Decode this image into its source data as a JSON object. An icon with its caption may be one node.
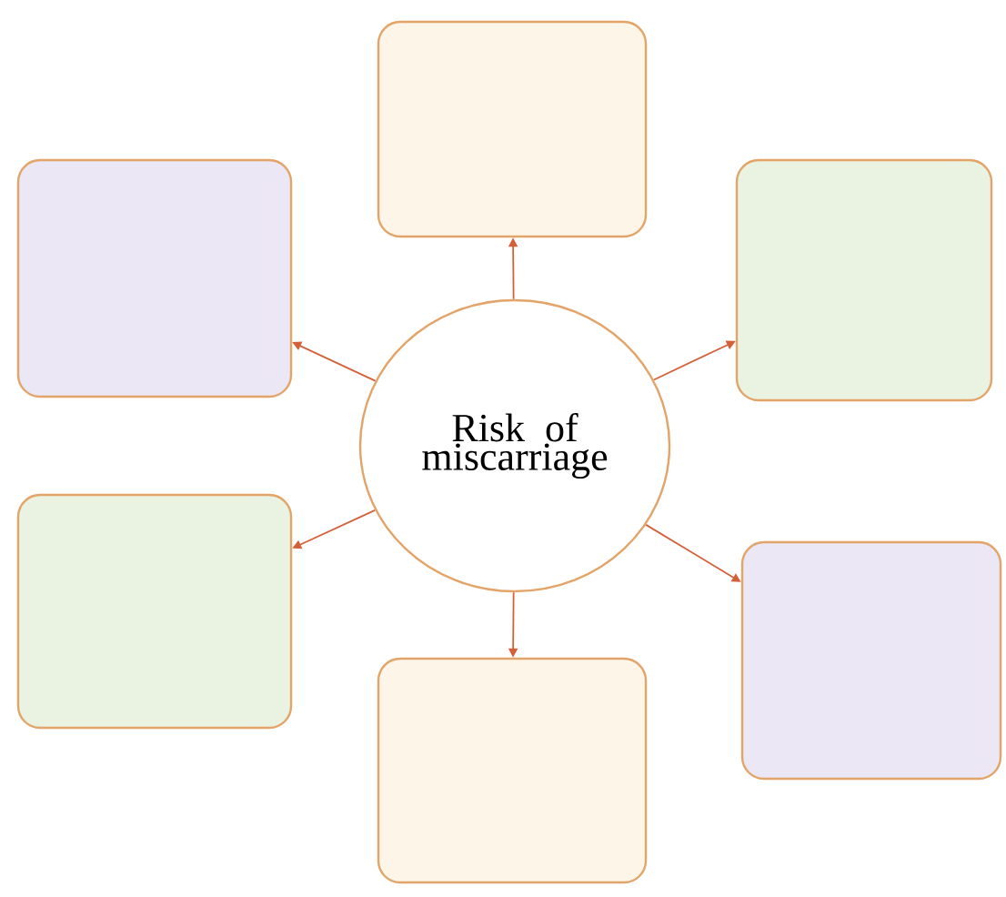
{
  "diagram": {
    "nodes": [
      {
        "text": [
          "Risk of miscarriage"
        ]
      },
      {
        "text": [],
        "shape": "box"
      },
      {
        "text": [],
        "shape": "box"
      },
      {
        "text": [],
        "shape": "box"
      },
      {
        "text": [],
        "shape": "box"
      },
      {
        "text": [],
        "shape": "box"
      },
      {
        "text": [],
        "shape": "box"
      }
    ],
    "edges": [
      {
        "from": 0,
        "to": 1,
        "arrow": "to"
      },
      {
        "from": 0,
        "to": 2,
        "arrow": "to"
      },
      {
        "from": 0,
        "to": 3,
        "arrow": "to"
      },
      {
        "from": 0,
        "to": 4,
        "arrow": "to"
      },
      {
        "from": 0,
        "to": 5,
        "arrow": "to"
      },
      {
        "from": 0,
        "to": 6,
        "arrow": "to"
      }
    ]
  }
}
